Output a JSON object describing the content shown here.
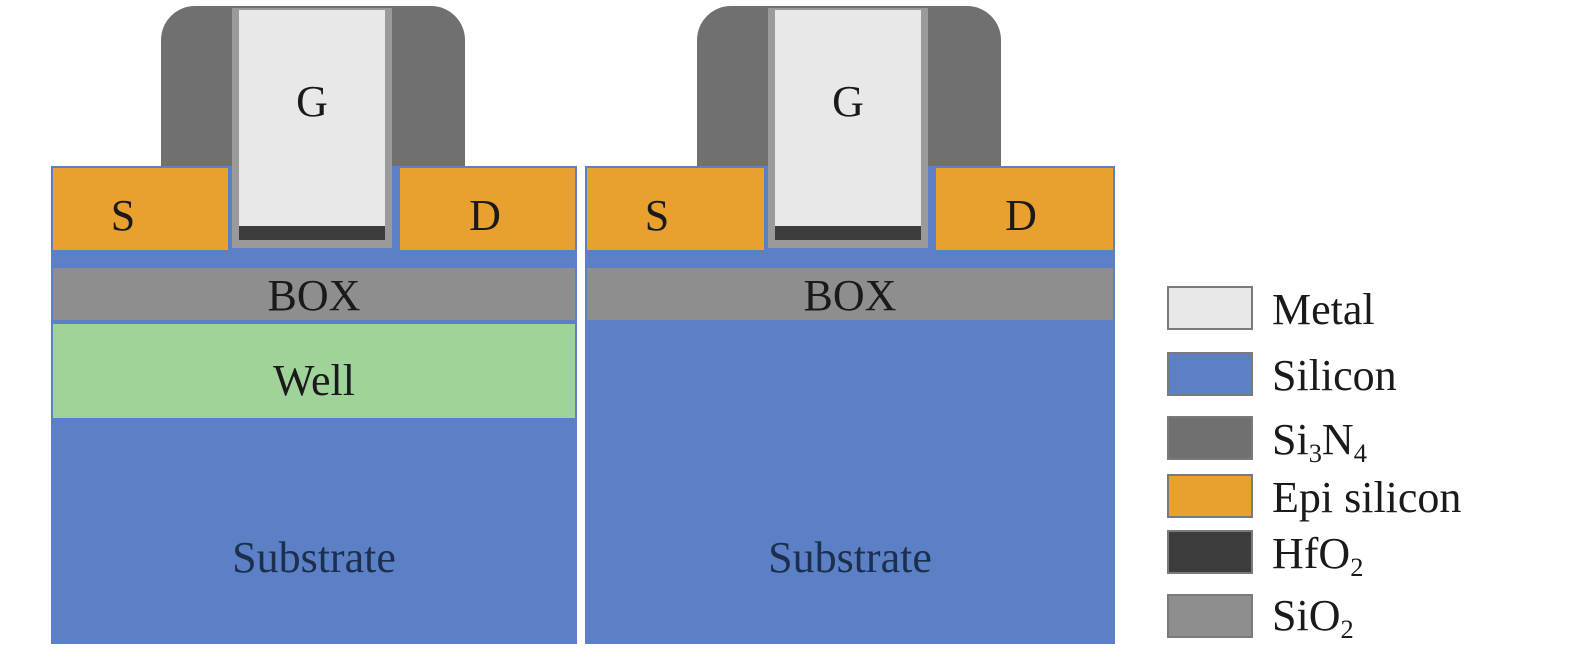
{
  "colors": {
    "metal": "#e8e8e8",
    "silicon": "#5b80c6",
    "si3n4": "#707070",
    "epi_silicon": "#e8a12f",
    "hfo2": "#3c3c3c",
    "sio2": "#8e8e8e",
    "well": "#9fd39a"
  },
  "devices": [
    {
      "gate": "G",
      "source": "S",
      "drain": "D",
      "box": "BOX",
      "well": "Well",
      "substrate": "Substrate"
    },
    {
      "gate": "G",
      "source": "S",
      "drain": "D",
      "box": "BOX",
      "substrate": "Substrate"
    }
  ],
  "legend": [
    {
      "label": "Metal",
      "color": "#e8e8e8"
    },
    {
      "label": "Silicon",
      "color": "#5b80c6"
    },
    {
      "label": "Si3N4",
      "base": "Si",
      "sub1": "3",
      "mid": "N",
      "sub2": "4",
      "color": "#707070"
    },
    {
      "label": "Epi silicon",
      "color": "#e8a12f"
    },
    {
      "label": "HfO2",
      "base": "HfO",
      "sub1": "2",
      "color": "#3c3c3c"
    },
    {
      "label": "SiO2",
      "base": "SiO",
      "sub1": "2",
      "color": "#8e8e8e"
    }
  ]
}
